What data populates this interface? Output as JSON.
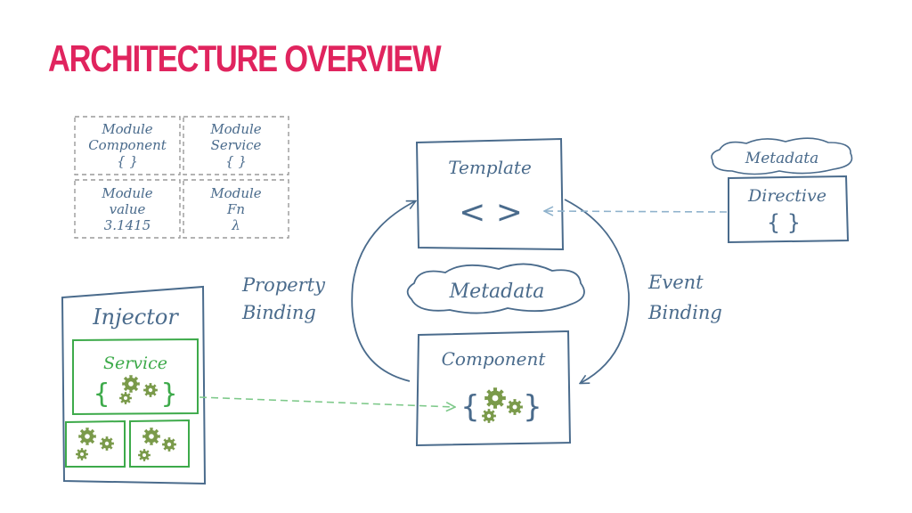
{
  "slide": {
    "title": "ARCHITECTURE OVERVIEW"
  },
  "colors": {
    "title": "#e0245e",
    "line": "#4a6b8c",
    "green": "#3daa4a",
    "gear": "#7a9a4a",
    "dash": "#9a9a9a",
    "arrow_dashed_blue": "#8fb2cc",
    "arrow_dashed_green": "#7ec98a"
  },
  "modules": [
    {
      "line1": "Module",
      "line2": "Component",
      "line3": "{ }"
    },
    {
      "line1": "Module",
      "line2": "Service",
      "line3": "{ }"
    },
    {
      "line1": "Module",
      "line2": "value",
      "line3": "3.1415"
    },
    {
      "line1": "Module",
      "line2": "Fn",
      "line3": "λ"
    }
  ],
  "template": {
    "label": "Template",
    "glyph": "< >"
  },
  "component": {
    "label": "Component",
    "brace_open": "{",
    "brace_close": "}"
  },
  "metadata_center": "Metadata",
  "metadata_top": "Metadata",
  "directive": {
    "label": "Directive",
    "glyph": "{ }"
  },
  "property_binding": {
    "line1": "Property",
    "line2": "Binding"
  },
  "event_binding": {
    "line1": "Event",
    "line2": "Binding"
  },
  "injector": {
    "label": "Injector",
    "service_label": "Service",
    "brace_open": "{",
    "brace_close": "}"
  },
  "icons": {
    "gear": "gear-icon",
    "arrowhead": "arrowhead-icon"
  }
}
